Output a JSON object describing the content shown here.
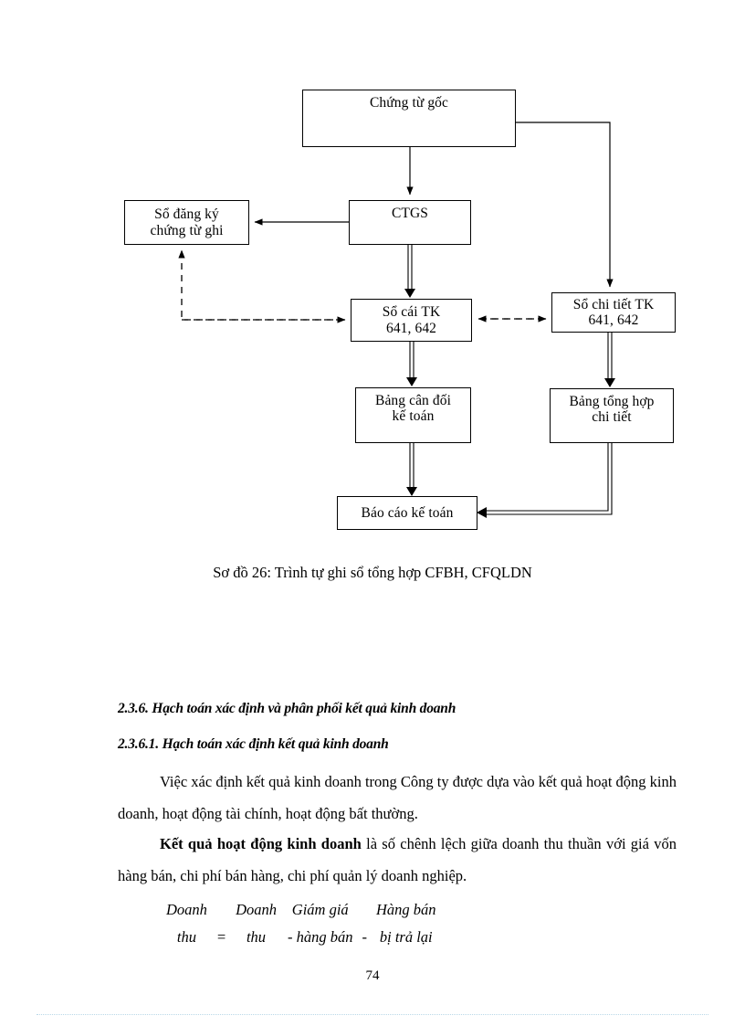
{
  "diagram": {
    "nodes": {
      "chung_tu_goc": "Chứng từ gốc",
      "so_dang_ky": "Sổ đăng ký\nchứng từ ghi",
      "ctgs": "CTGS",
      "so_cai": "Sổ cái TK\n641, 642",
      "so_chi_tiet": "Sổ chi tiết TK\n641, 642",
      "bang_can_doi": "Bảng cân đối\nkế toán",
      "bang_tong_hop": "Bảng tổng hợp\nchi tiết",
      "bao_cao": "Báo cáo kế toán"
    },
    "caption": "Sơ đồ 26:  Trình tự ghi sổ tổng hợp CFBH, CFQLDN",
    "line_color": "#000000"
  },
  "headings": {
    "h236": "2.3.6. Hạch toán xác định và phân phối kết quả kinh doanh",
    "h2361": "2.3.6.1. Hạch toán xác định kết quả kinh doanh"
  },
  "paragraphs": {
    "p1": "Việc xác định kết quả kinh doanh trong Công ty được dựa vào kết quả hoạt động kinh doanh, hoạt động tài chính, hoạt động bất thường.",
    "p2_bold": "Kết quả hoạt động kinh doanh",
    "p2_rest": " là số chênh lệch giữa doanh thu thuần với giá vốn hàng bán, chi phí bán hàng, chi phí quản lý doanh nghiệp."
  },
  "formula": {
    "row1": [
      "Doanh",
      "",
      "Doanh",
      "Giám giá",
      "Hàng bán"
    ],
    "row2": [
      "thu",
      "=",
      "thu",
      "- hàng bán",
      "-",
      "bị trả lại"
    ],
    "r2_c1": "thu",
    "r2_eq": "=",
    "r2_c2": "thu",
    "r2_c3": "- hàng bán",
    "r2_minus": "-",
    "r2_c4": "bị trả lại",
    "r1_c1": "Doanh",
    "r1_c2": "Doanh",
    "r1_c3": "Giám giá",
    "r1_c4": "Hàng bán"
  },
  "footer": {
    "page_number": "74"
  }
}
